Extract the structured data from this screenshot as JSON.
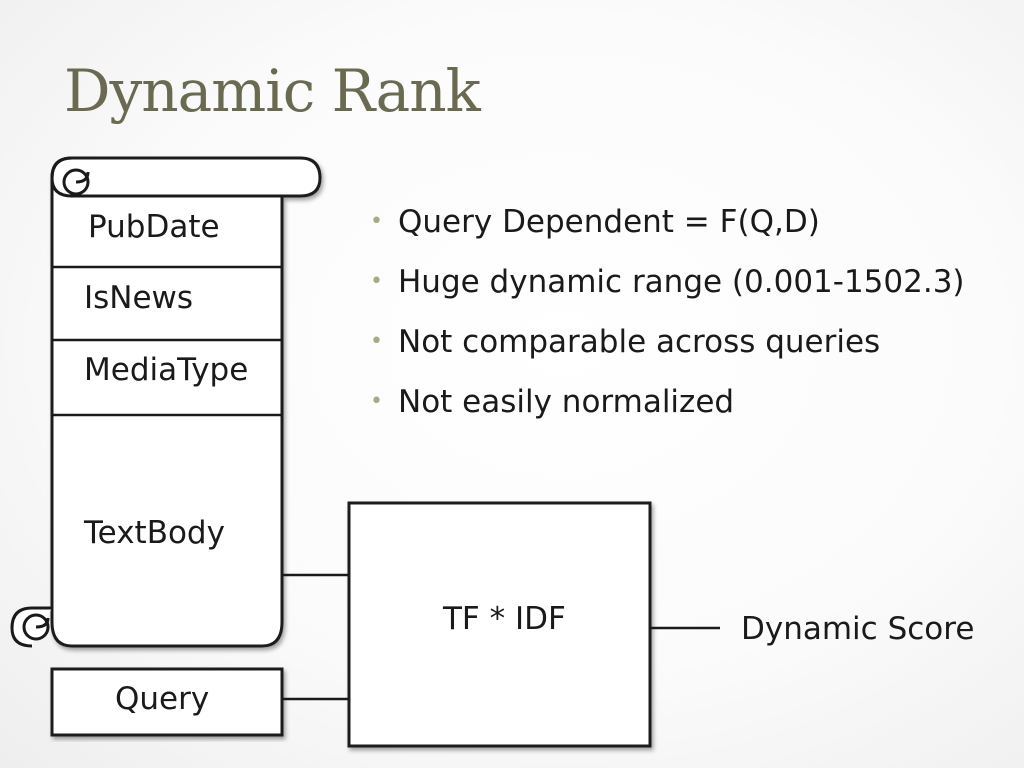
{
  "title": "Dynamic Rank",
  "scroll_fields": [
    "PubDate",
    "IsNews",
    "MediaType",
    "TextBody"
  ],
  "query_box": "Query",
  "function_box": "TF * IDF",
  "output_label": "Dynamic Score",
  "bullets": [
    "Query Dependent = F(Q,D)",
    "Huge dynamic range (0.001-1502.3)",
    "Not comparable across queries",
    "Not easily normalized"
  ],
  "colors": {
    "title": "#6a6a52",
    "bullet_marker": "#a9a98a",
    "stroke": "#1a1a1a"
  }
}
